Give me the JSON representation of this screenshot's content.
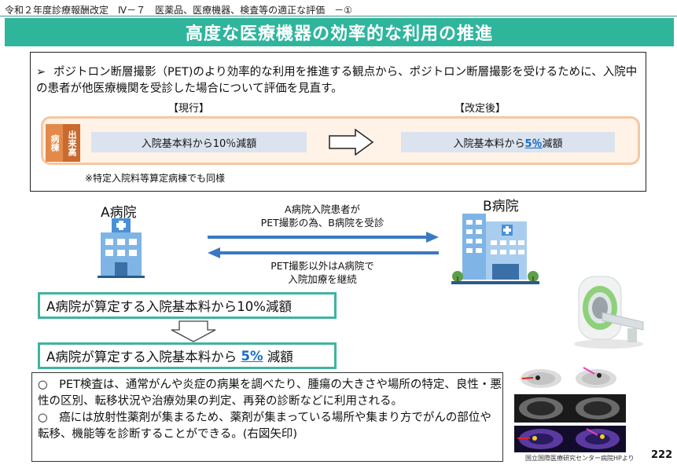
{
  "header": {
    "breadcrumb": "令和２年度診療報酬改定　Ⅳ－７　医薬品、医療機器、検査等の適正な評価　－①"
  },
  "title": "高度な医療機器の効率的な利用の推進",
  "summary": {
    "bullet": "➢",
    "text": "ポジトロン断層撮影（PET)のより効率的な利用を推進する観点から、ポジトロン断層撮影を受けるために、入院中の患者が他医療機関を受診した場合について評価を見直す。"
  },
  "comparison": {
    "current_label": "【現行】",
    "revised_label": "【改定後】",
    "tag_ward": "病棟",
    "tag_demand": "出来高",
    "current_text": "入院基本料から10％減額",
    "revised_prefix": "入院基本料から",
    "revised_highlight": "5％",
    "revised_suffix": "減額",
    "note": "※特定入院料等算定病棟でも同様"
  },
  "flow": {
    "hospital_a": "A病院",
    "hospital_b": "B病院",
    "to_b_line1": "A病院入院患者が",
    "to_b_line2": "PET撮影の為、B病院を受診",
    "to_a_line1": "PET撮影以外はA病院で",
    "to_a_line2": "入院加療を継続"
  },
  "results": {
    "before": "A病院が算定する入院基本料から10%減額",
    "after_prefix": "A病院が算定する入院基本料から ",
    "after_highlight": "5%",
    "after_suffix": " 減額"
  },
  "explanation": {
    "item1": "○　PET検査は、通常がんや炎症の病巣を調べたり、腫瘍の大きさや場所の特定、良性・悪性の区別、転移状況や治療効果の判定、再発の診断などに利用される。",
    "item2": "○　癌には放射性薬剤が集まるため、薬剤が集まっている場所や集まり方でがんの部位や転移、機能等を診断することができる。(右図矢印)"
  },
  "image_credit": "国立国際医療研究センター病院HPより",
  "page_number": "222",
  "colors": {
    "accent": "#2fb59c",
    "panel_border": "#f5c7a3",
    "highlight_blue": "#1a6bc6",
    "flow_arrow": "#3b78c4"
  }
}
